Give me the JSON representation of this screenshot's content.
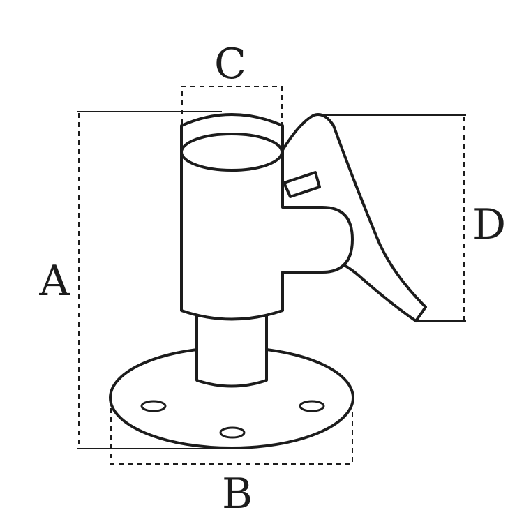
{
  "dimensions": {
    "a": "A",
    "b": "B",
    "c": "C",
    "d": "D"
  },
  "colors": {
    "line": "#1c1c1c",
    "background": "#ffffff"
  }
}
